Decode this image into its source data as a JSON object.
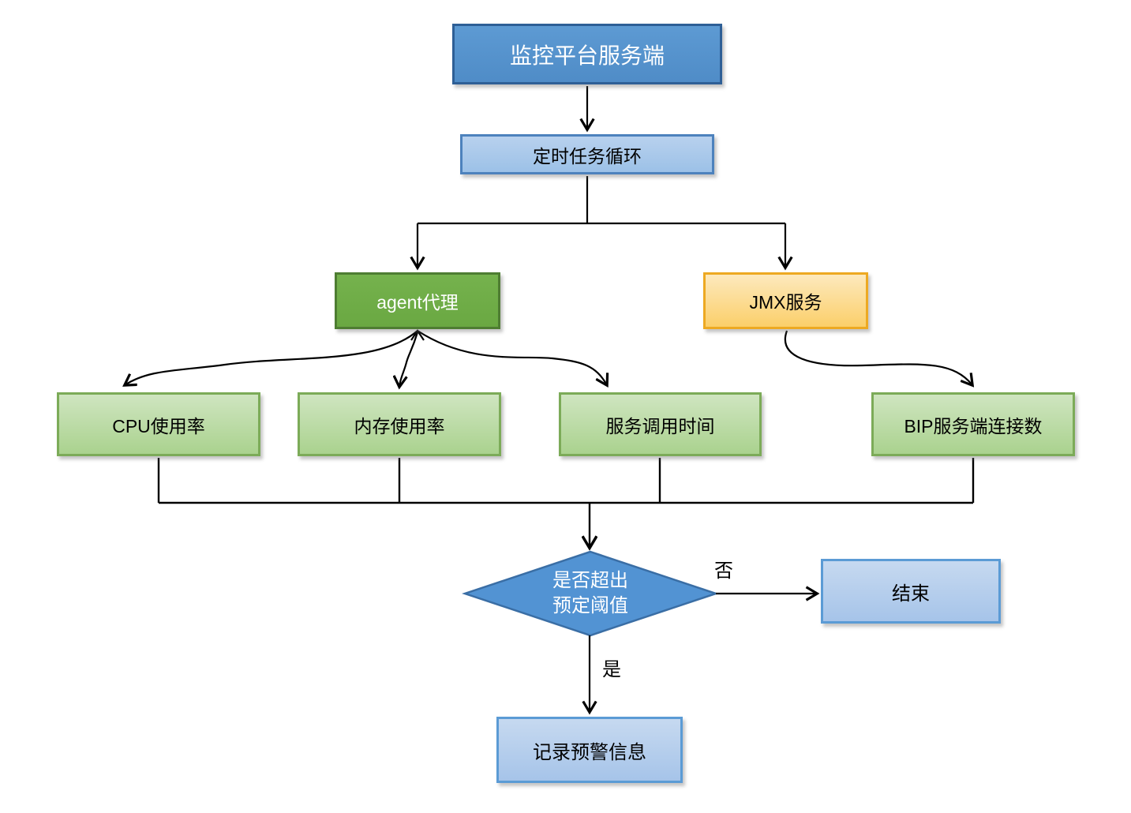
{
  "diagram": {
    "nodes": {
      "server": {
        "label": "监控平台服务端"
      },
      "timer": {
        "label": "定时任务循环"
      },
      "agent": {
        "label": "agent代理"
      },
      "jmx": {
        "label": "JMX服务"
      },
      "cpu": {
        "label": "CPU使用率"
      },
      "memory": {
        "label": "内存使用率"
      },
      "svc_time": {
        "label": "服务调用时间"
      },
      "bip": {
        "label": "BIP服务端连接数"
      },
      "decision": {
        "lines": [
          "是否超出",
          "预定阈值"
        ]
      },
      "end": {
        "label": "结束"
      },
      "record": {
        "label": "记录预警信息"
      }
    },
    "edge_labels": {
      "no": "否",
      "yes": "是"
    },
    "edges": [
      {
        "from": "server",
        "to": "timer"
      },
      {
        "from": "timer",
        "to": "agent"
      },
      {
        "from": "timer",
        "to": "jmx"
      },
      {
        "from": "agent",
        "to": "cpu"
      },
      {
        "from": "agent",
        "to": "memory",
        "bidirectional_arrowheads": true
      },
      {
        "from": "agent",
        "to": "svc_time"
      },
      {
        "from": "jmx",
        "to": "bip"
      },
      {
        "from": "cpu",
        "to": "decision"
      },
      {
        "from": "memory",
        "to": "decision"
      },
      {
        "from": "svc_time",
        "to": "decision"
      },
      {
        "from": "bip",
        "to": "decision"
      },
      {
        "from": "decision",
        "to": "end",
        "label": "否"
      },
      {
        "from": "decision",
        "to": "record",
        "label": "是"
      }
    ],
    "colors": {
      "server_fill": "#5794cf",
      "server_border": "#2e5f96",
      "timer_fill": "#a6c8ea",
      "timer_border": "#4d82bd",
      "agent_fill": "#6fad47",
      "agent_border": "#4e7d32",
      "jmx_fill": "#fcd87f",
      "jmx_border": "#eda922",
      "metric_fill": "#bcdba6",
      "metric_border": "#7cab58",
      "decision_fill": "#5293d3",
      "decision_border": "#3a6ea5",
      "endbox_fill": "#b5ceec",
      "endbox_border": "#5b9bd5",
      "connector": "#000000",
      "text_light": "#ffffff",
      "text_dark": "#000000"
    }
  }
}
